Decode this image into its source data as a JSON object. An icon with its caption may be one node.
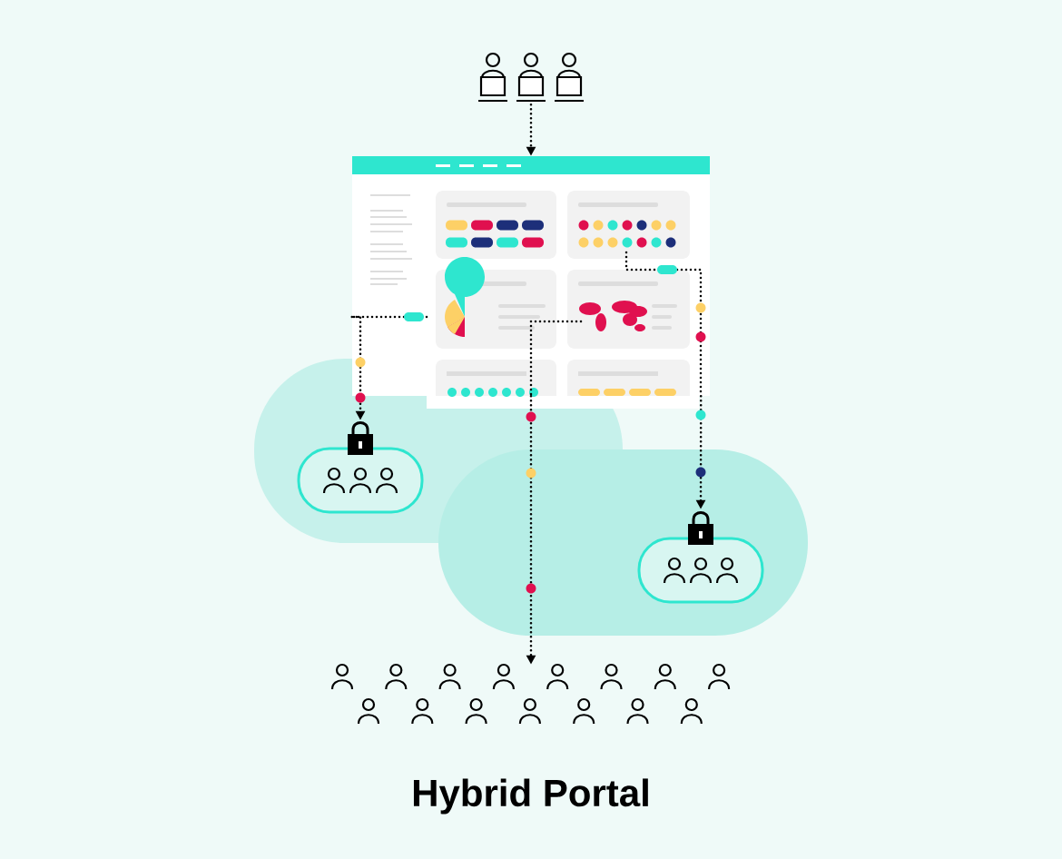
{
  "diagram": {
    "title": "Hybrid Portal",
    "nodes": [
      {
        "text": [],
        "shape": "picture"
      },
      {
        "text": [],
        "shape": "picture"
      },
      {
        "text": [],
        "shape": "picture"
      },
      {
        "text": [],
        "shape": "picture"
      },
      {
        "text": [],
        "shape": "picture"
      }
    ],
    "edges": [
      {
        "from": 0,
        "to": 1,
        "arrow": "to"
      },
      {
        "from": 1,
        "to": 2,
        "arrow": "to"
      },
      {
        "from": 1,
        "to": 4,
        "arrow": "to"
      },
      {
        "from": 1,
        "to": 3,
        "arrow": "to"
      }
    ]
  }
}
